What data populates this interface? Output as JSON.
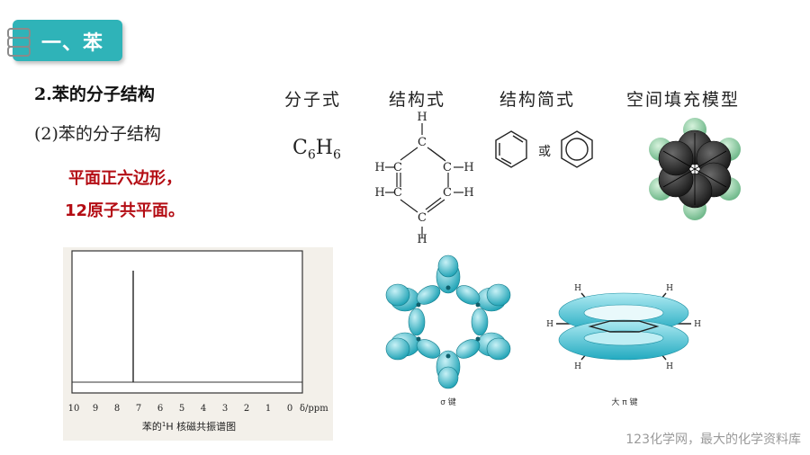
{
  "section": {
    "label": "一、苯"
  },
  "heading": "2.苯的分子结构",
  "subheading": "(2)苯的分子结构",
  "highlight": {
    "line1": "平面正六边形，",
    "line2": "12原子共平面。"
  },
  "columns": [
    "分子式",
    "结构式",
    "结构简式",
    "空间填充模型"
  ],
  "formula": {
    "c": "C",
    "c_sub": "6",
    "h": "H",
    "h_sub": "6"
  },
  "structure": {
    "c": "C",
    "h": "H"
  },
  "simple": {
    "or": "或"
  },
  "nmr": {
    "ticks": [
      "10",
      "9",
      "8",
      "7",
      "6",
      "5",
      "4",
      "3",
      "2",
      "1",
      "0"
    ],
    "unit": "δ/ppm",
    "caption_pre": "苯的",
    "caption_sup": "1",
    "caption_post": "H 核磁共振谱图"
  },
  "sigma_caption": "σ 键",
  "pi": {
    "caption": "大 π 键",
    "h": "H"
  },
  "footer": "123化学网，最大的化学资料库",
  "colors": {
    "tab": "#2fb3b8",
    "highlight": "#b40d14",
    "orbital": "#3fc6d6"
  }
}
